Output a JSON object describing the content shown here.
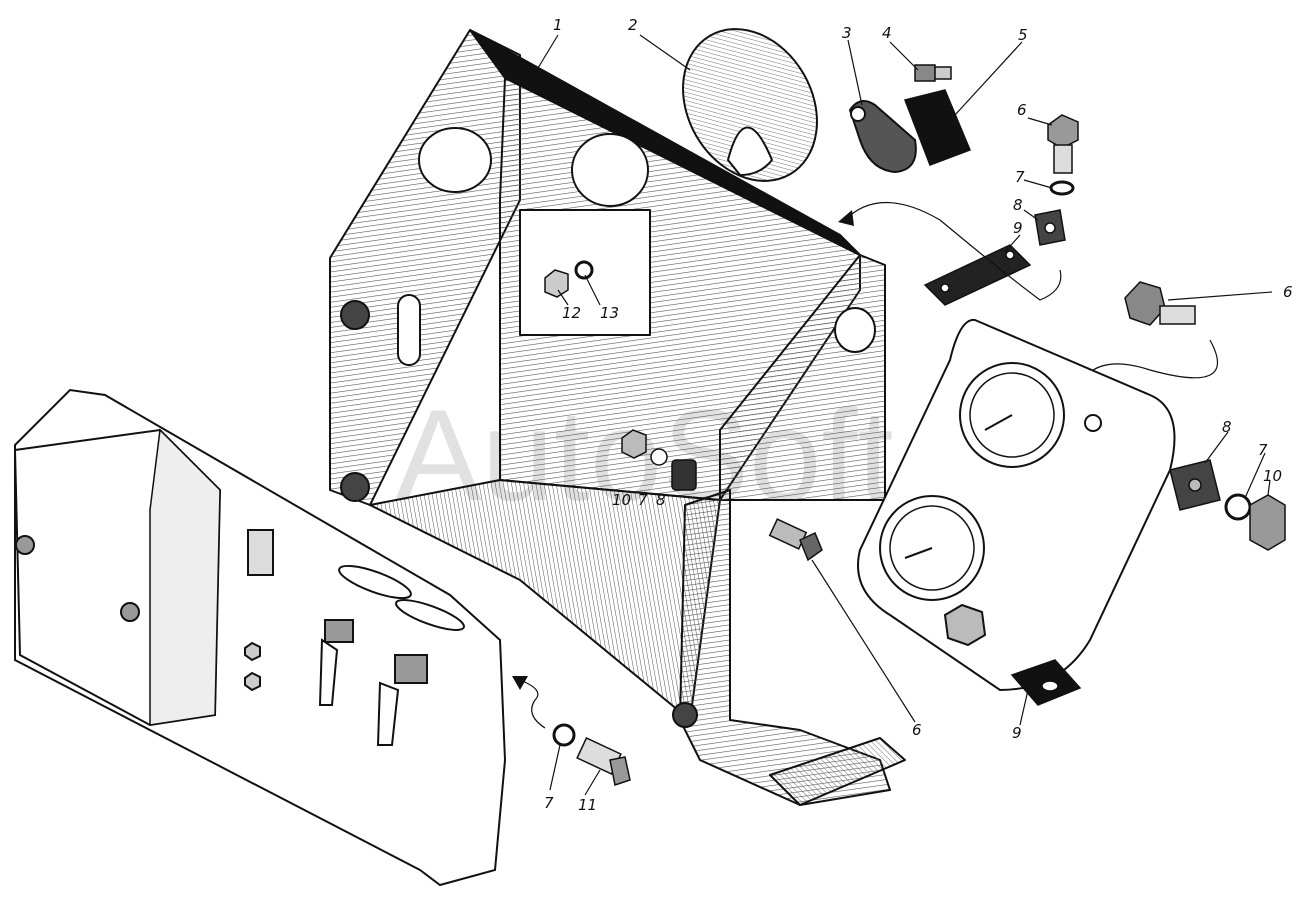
{
  "watermark": "AutoSoft",
  "callouts": [
    {
      "id": "c1",
      "text": "1"
    },
    {
      "id": "c2",
      "text": "2"
    },
    {
      "id": "c3",
      "text": "3"
    },
    {
      "id": "c4",
      "text": "4"
    },
    {
      "id": "c5",
      "text": "5"
    },
    {
      "id": "c6a",
      "text": "6"
    },
    {
      "id": "c7a",
      "text": "7"
    },
    {
      "id": "c8a",
      "text": "8"
    },
    {
      "id": "c9a",
      "text": "9"
    },
    {
      "id": "c6b",
      "text": "6"
    },
    {
      "id": "c12",
      "text": "12"
    },
    {
      "id": "c13",
      "text": "13"
    },
    {
      "id": "c10a",
      "text": "10"
    },
    {
      "id": "c7b",
      "text": "7"
    },
    {
      "id": "c8b",
      "text": "8"
    },
    {
      "id": "c8c",
      "text": "8"
    },
    {
      "id": "c7c",
      "text": "7"
    },
    {
      "id": "c10b",
      "text": "10"
    },
    {
      "id": "c6c",
      "text": "6"
    },
    {
      "id": "c9b",
      "text": "9"
    },
    {
      "id": "c7d",
      "text": "7"
    },
    {
      "id": "c11",
      "text": "11"
    }
  ],
  "colors": {
    "ink": "#111111",
    "hatch": "#444444",
    "paper": "#ffffff"
  }
}
